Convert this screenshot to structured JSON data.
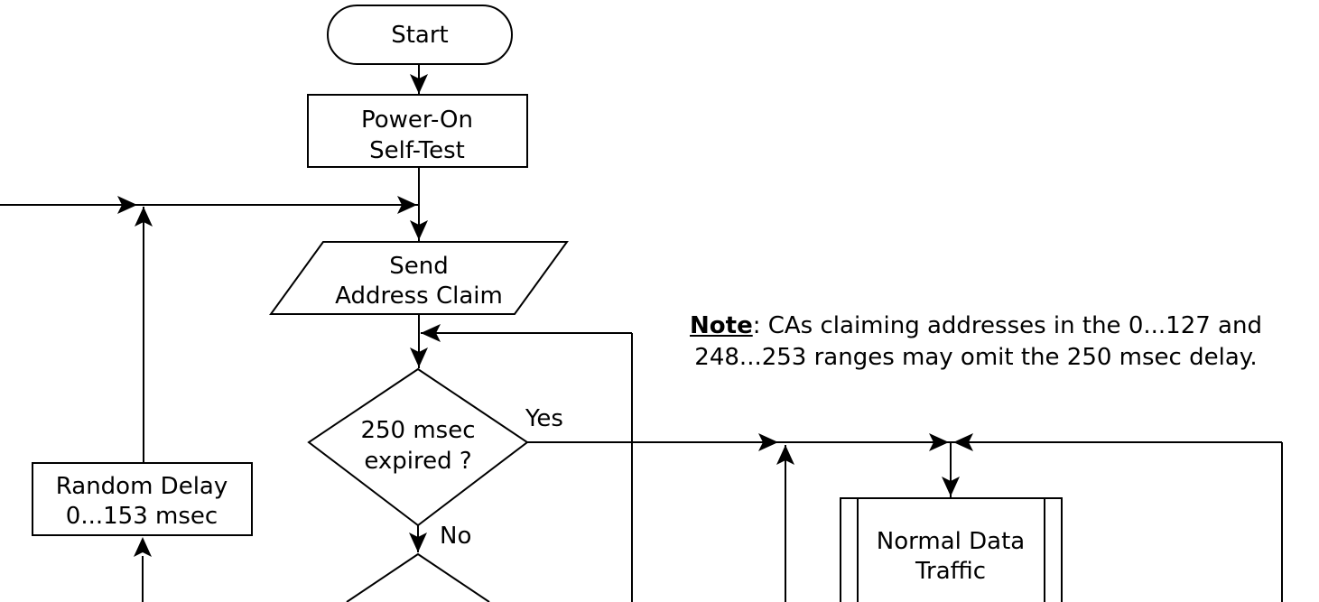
{
  "diagram": {
    "background_color": "#ffffff",
    "line_color": "#000000",
    "nodes": {
      "start": {
        "type": "terminator",
        "label": "Start"
      },
      "power_on_self_test": {
        "type": "process",
        "line1": "Power-On",
        "line2": "Self-Test"
      },
      "send_address_claim": {
        "type": "input-output",
        "line1": "Send",
        "line2": "Address Claim"
      },
      "delay_250_expired": {
        "type": "decision",
        "line1": "250 msec",
        "line2": "expired ?"
      },
      "random_delay": {
        "type": "process",
        "line1": "Random Delay",
        "line2": "0...153 msec"
      },
      "normal_data_traffic": {
        "type": "predefined-process",
        "line1": "Normal Data",
        "line2": "Traffic"
      }
    },
    "edge_labels": {
      "yes": "Yes",
      "no": "No"
    },
    "note": {
      "label": "Note",
      "line1_rest": ": CAs claiming addresses in the 0...127 and",
      "line2": "248...253 ranges may omit the 250 msec delay."
    }
  }
}
